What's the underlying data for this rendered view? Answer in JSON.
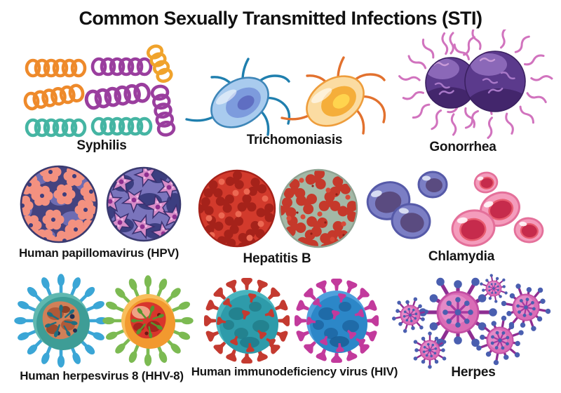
{
  "title": "Common Sexually Transmitted Infections (STI)",
  "sections": [
    {
      "id": "syphilis",
      "label": "Syphilis"
    },
    {
      "id": "trichomoniasis",
      "label": "Trichomoniasis"
    },
    {
      "id": "gonorrhea",
      "label": "Gonorrhea"
    },
    {
      "id": "hpv",
      "label": "Human papillomavirus (HPV)"
    },
    {
      "id": "hepatitis-b",
      "label": "Hepatitis B"
    },
    {
      "id": "chlamydia",
      "label": "Chlamydia"
    },
    {
      "id": "hhv8",
      "label": "Human herpesvirus 8 (HHV-8)"
    },
    {
      "id": "hiv",
      "label": "Human immunodeficiency virus (HIV)"
    },
    {
      "id": "herpes",
      "label": "Herpes"
    }
  ],
  "colors": {
    "background": "#FFFFFF",
    "text": "#151515",
    "syphilis_orange": "#EE8A2B",
    "syphilis_purple": "#9A3E9E",
    "syphilis_teal": "#45B5A3",
    "trichomonad_blue_body": "#A9CBEE",
    "trichomonad_blue_flagella": "#1F7FAE",
    "trichomonad_orange_body": "#FBDCA2",
    "trichomonad_orange_flagella": "#E2712E",
    "gonorrhea_body_purple": "#5B3A8C",
    "gonorrhea_pili_pink": "#D173BE",
    "hpv_flower_salmon": "#F39180",
    "hpv_base_navy": "#44437F",
    "hpv_star_pink": "#D88CC8",
    "hpv_base_purple": "#7A74BC",
    "hepatitis_red": "#D23A2C",
    "hepatitis_sage": "#A3B8A6",
    "chlamydia_blue_cell": "#7B7EC4",
    "chlamydia_pink_cell": "#F49CBC",
    "hhv8_teal_body": "#3E9D96",
    "hhv8_blue_spikes": "#3BA6D6",
    "hhv8_orange_body": "#F2992F",
    "hhv8_green_spikes": "#7CBA52",
    "hiv_teal_body": "#2E9BAA",
    "hiv_red_spikes": "#C43A30",
    "hiv_blue_body": "#2C87C8",
    "hiv_magenta_spikes": "#C23A9C",
    "herpes_pink_body": "#DA6CB6",
    "herpes_purple_spikes": "#8E2E92",
    "herpes_blue_tips": "#4A5FB0"
  }
}
